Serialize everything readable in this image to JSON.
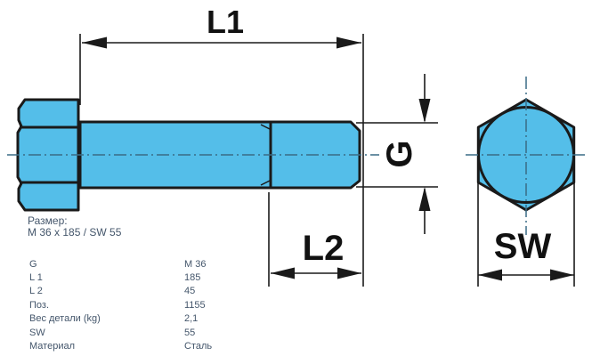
{
  "drawing": {
    "title": "hex-bolt-technical-drawing",
    "labels": {
      "l1": "L1",
      "l2": "L2",
      "g": "G",
      "sw": "SW"
    },
    "colors": {
      "part_fill": "#54BEE9",
      "outline": "#1A1A1A",
      "centerline": "#3A6C86",
      "table_text": "#44566B"
    }
  },
  "size_header": {
    "line1": "Размер:",
    "line2": "M 36 x 185 / SW 55"
  },
  "spec_table": {
    "rows": [
      {
        "label": "G",
        "value": "M 36"
      },
      {
        "label": "L 1",
        "value": "185"
      },
      {
        "label": "L 2",
        "value": "45"
      },
      {
        "label": "Поз.",
        "value": "1155"
      },
      {
        "label": "Вес детали (kg)",
        "value": "2,1"
      },
      {
        "label": "SW",
        "value": "55"
      },
      {
        "label": "Материал",
        "value": "Сталь"
      }
    ]
  }
}
